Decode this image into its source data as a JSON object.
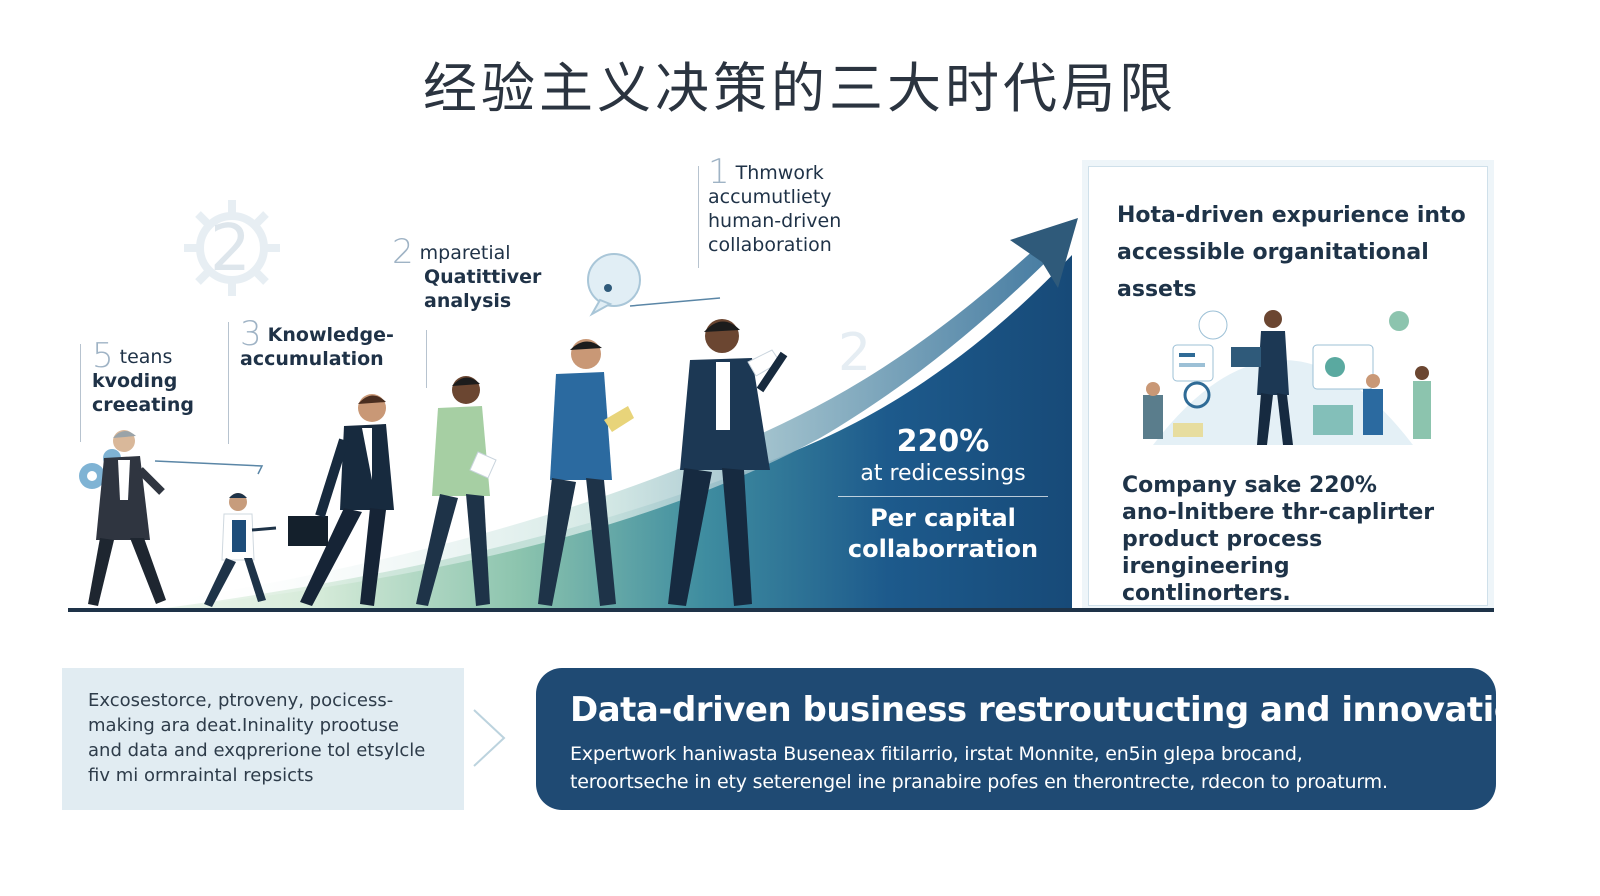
{
  "title": "经验主义决策的三大时代局限",
  "steps": [
    {
      "number": "5",
      "lines": [
        "teans",
        "kvoding",
        "creeating"
      ]
    },
    {
      "number": "3",
      "lines": [
        "Knowledge-",
        "accumulation"
      ]
    },
    {
      "number": "2",
      "lines": [
        "mparetial",
        "Quatittiver",
        "analysis"
      ]
    },
    {
      "number": "1",
      "lines": [
        "Thmwork",
        "accumutliety",
        "human-driven",
        "collaboration"
      ]
    }
  ],
  "chart_stat": {
    "value": "220%",
    "sub": "at redicessings",
    "label_line1": "Per capital",
    "label_line2": "collaborration"
  },
  "panel": {
    "head_line1": "Hota-driven expurience into",
    "head_line2": "accessible organitational assets",
    "body_lines": [
      "Company sake 220%",
      "ano-lnitbere thr-caplirter",
      "product process irengineering",
      "contlinorters."
    ]
  },
  "note": {
    "lines": [
      "Excosestorce, ptroveny, pocicess-",
      "making ara deat.Ininality prootuse",
      "and data and exqprerione tol etsylcle",
      "fiv mi ormraintal repsicts"
    ]
  },
  "banner": {
    "title": "Data-driven business restroutucting and innovation",
    "line1": "Expertwork haniwasta Buseneax fitilarrio, irstat Monnite, en5in glepa brocand,",
    "line2": "teroortseche in ety seterengel ine pranabire pofes en therontrecte, rdecon to proaturm."
  },
  "colors": {
    "navy": "#1e3348",
    "banner": "#1f4a73",
    "teal": "#5aa9a0",
    "green": "#a8d5b8",
    "blue": "#1d5a8c"
  }
}
